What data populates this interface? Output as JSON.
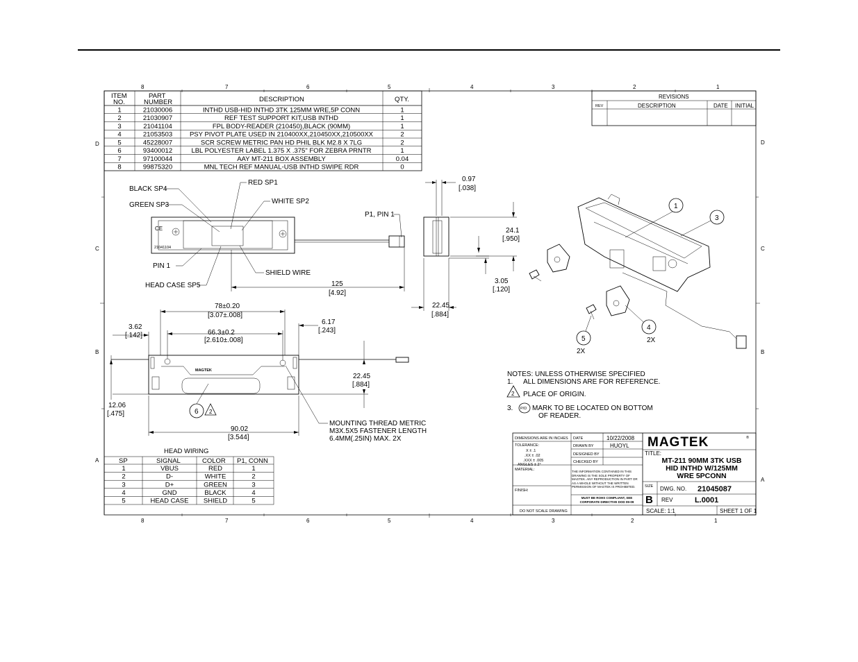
{
  "border_zones": {
    "columns": [
      "8",
      "7",
      "6",
      "5",
      "4",
      "3",
      "2",
      "1"
    ],
    "rows": [
      "D",
      "C",
      "B",
      "A"
    ]
  },
  "bom": {
    "headers": {
      "item": [
        "ITEM",
        "NO."
      ],
      "part": [
        "PART",
        "NUMBER"
      ],
      "desc": "DESCRIPTION",
      "qty": "QTY."
    },
    "rows": [
      {
        "item": "1",
        "part": "21030006",
        "desc": "INTHD USB-HID INTHD 3TK 125MM WRE,5P CONN",
        "qty": "1"
      },
      {
        "item": "2",
        "part": "21030907",
        "desc": "REF TEST SUPPORT KIT,USB INTHD",
        "qty": "1"
      },
      {
        "item": "3",
        "part": "21041104",
        "desc": "FPL BODY-READER (210450),BLACK (90MM)",
        "qty": "1"
      },
      {
        "item": "4",
        "part": "21053503",
        "desc": "PSY PIVOT PLATE USED IN 210400XX,210450XX,210500XX",
        "qty": "2"
      },
      {
        "item": "5",
        "part": "45228007",
        "desc": "SCR SCREW METRIC PAN HD PHIL BLK M2.8 X 7LG",
        "qty": "2"
      },
      {
        "item": "6",
        "part": "93400012",
        "desc": "LBL POLYESTER LABEL 1.375 X .375\" FOR ZEBRA PRNTR",
        "qty": "1"
      },
      {
        "item": "7",
        "part": "97100044",
        "desc": "AAY MT-211 BOX ASSEMBLY",
        "qty": "0.04"
      },
      {
        "item": "8",
        "part": "99875320",
        "desc": "MNL TECH REF MANUAL-USB INTHD SWIPE RDR",
        "qty": "0"
      }
    ]
  },
  "revisions": {
    "title": "REVISIONS",
    "headers": {
      "rev": "REV",
      "desc": "DESCRIPTION",
      "date": "DATE",
      "initial": "INITIAL"
    }
  },
  "top_view": {
    "callouts": {
      "black_sp4": "BLACK SP4",
      "red_sp1": "RED SP1",
      "green_sp3": "GREEN SP3",
      "white_sp2": "WHITE  SP2",
      "pin1": "PIN 1",
      "shield_wire": "SHIELD WIRE",
      "head_case_sp5": "HEAD CASE SP5",
      "p1_pin1": "P1, PIN 1"
    },
    "part_text": {
      "label_no": "21041104"
    },
    "dims": {
      "d125": "125",
      "d125_in": "[4.92]"
    }
  },
  "side_view": {
    "dims": {
      "d097": "0.97",
      "d097_in": "[.038]",
      "d241": "24.1",
      "d241_in": "[.950]",
      "d305": "3.05",
      "d305_in": "[.120]",
      "d2245": "22.45",
      "d2245_in": "[.884]"
    }
  },
  "front_view": {
    "dims": {
      "d78": "78±0.20",
      "d78_in": "[3.07±.008]",
      "d663": "66.3±0.2",
      "d663_in": "[2.610±.008]",
      "d362": "3.62",
      "d362_in": "[.142]",
      "d617": "6.17",
      "d617_in": "[.243]",
      "d2245": "22.45",
      "d2245_in": "[.884]",
      "d1206": "12.06",
      "d1206_in": "[.475]",
      "d9002": "90.02",
      "d9002_in": "[3.544]"
    },
    "logo_text": "MAGTEK",
    "balloon6": "6",
    "flag2": "2",
    "mounting_note": [
      "MOUNTING THREAD METRIC",
      "M3X.5X5 FASTENER LENGTH",
      "6.4MM(.25IN) MAX. 2X"
    ]
  },
  "iso_view": {
    "balloons": {
      "b1": "1",
      "b3": "3",
      "b4": "4",
      "b5": "5"
    },
    "qty4": "2X",
    "qty5": "2X"
  },
  "notes": {
    "heading": "NOTES: UNLESS OTHERWISE SPECIFIED",
    "n1_num": "1.",
    "n1": "ALL DIMENSIONS ARE FOR REFERENCE.",
    "n2_flag": "2",
    "n2": "PLACE OF ORIGIN.",
    "n3_num": "3.",
    "n3_sym": "P/D",
    "n3a": "MARK TO BE LOCATED ON BOTTOM",
    "n3b": "OF READER."
  },
  "wiring": {
    "title": "HEAD WIRING",
    "headers": [
      "SP",
      "SIGNAL",
      "COLOR",
      "P1, CONN"
    ],
    "rows": [
      [
        "1",
        "VBUS",
        "RED",
        "1"
      ],
      [
        "2",
        "D-",
        "WHITE",
        "2"
      ],
      [
        "3",
        "D+",
        "GREEN",
        "3"
      ],
      [
        "4",
        "GND",
        "BLACK",
        "4"
      ],
      [
        "5",
        "HEAD CASE",
        "SHIELD",
        "5"
      ]
    ]
  },
  "title_block": {
    "dims_label": "DIMENSIONS ARE IN INCHES",
    "tolerance": "TOLERANCE:",
    "tol_x": "X    ±  .1",
    "tol_xx": ".XX  ±  .02",
    "tol_xxx": ".XXX ±  .005",
    "tol_ang": "ANGLES ±  2°",
    "material": "MATERIAL:",
    "finish": "FINISH:",
    "no_scale": "DO NOT SCALE DRAWING",
    "date_label": "DATE",
    "date": "10/22/2008",
    "drawn_label": "DRAWN BY",
    "drawn": "HUOYL",
    "designed_label": "DESIGNED BY",
    "checked_label": "CHECKED BY",
    "prop_note": "THE INFORMATION CONTAINED IN THIS DRAWING IS THE SOLE PROPERTY OF MAGTEK. ANY REPRODUCTION IN PART OR AS A WHOLE WITHOUT THE WRITTEN PERMISSION OF MAGTEK IS PROHIBITED.",
    "rohs": "MUST BE ROHS COMPLIANT, SEE CORPORATE DIRECTIVE DOD 09-09",
    "company": "MAGTEK",
    "company_tm": "®",
    "title_label": "TITLE:",
    "title_lines": [
      "MT-211 90MM 3TK USB",
      "HID INTHD W/125MM",
      "WRE 5PCONN"
    ],
    "size_label": "SIZE",
    "size": "B",
    "dwg_label": "DWG.  NO.",
    "dwg_no": "21045087",
    "rev_label": "REV",
    "rev": "L.0001",
    "scale": "SCALE: 1:1",
    "sheet": "SHEET 1 OF 1"
  }
}
